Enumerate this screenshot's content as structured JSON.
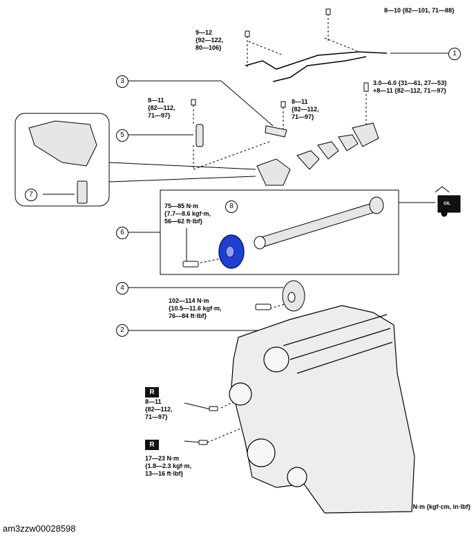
{
  "torques": {
    "t_top_right": "8—10 {82—101, 71—88}",
    "t_top_left": "9—12\n{92—122,\n80—106}",
    "t_cam_cap": "3.0—6.0 {31—61, 27—53}\n+8—11 {82—112, 71—97}",
    "t_center_bolt": "8—11\n{82—112,\n71—97}",
    "t_solenoid": "8—11\n{82—112,\n71—97}",
    "t_sprocket": "75—85 N·m\n{7.7—8.6 kgf·m,\n56—62 ft·lbf}",
    "t_gear": "102—114 N·m\n{10.5—11.6 kgf·m,\n76—84 ft·lbf}",
    "t_r1": "8—11\n{82—112,\n71—97}",
    "t_r2": "17—23 N·m\n{1.8—2.3 kgf·m,\n13—16 ft·lbf}"
  },
  "callouts": [
    "1",
    "2",
    "3",
    "4",
    "5",
    "6",
    "7",
    "8"
  ],
  "badges": {
    "r1": "R",
    "r2": "R",
    "oil": "OIL"
  },
  "units_note": "N·m {kgf·cm, in·lbf}",
  "figure_id": "am3zzw00028598",
  "colors": {
    "highlight": "#1f3fd1",
    "line": "#000000",
    "part": "#d9d9d9"
  }
}
